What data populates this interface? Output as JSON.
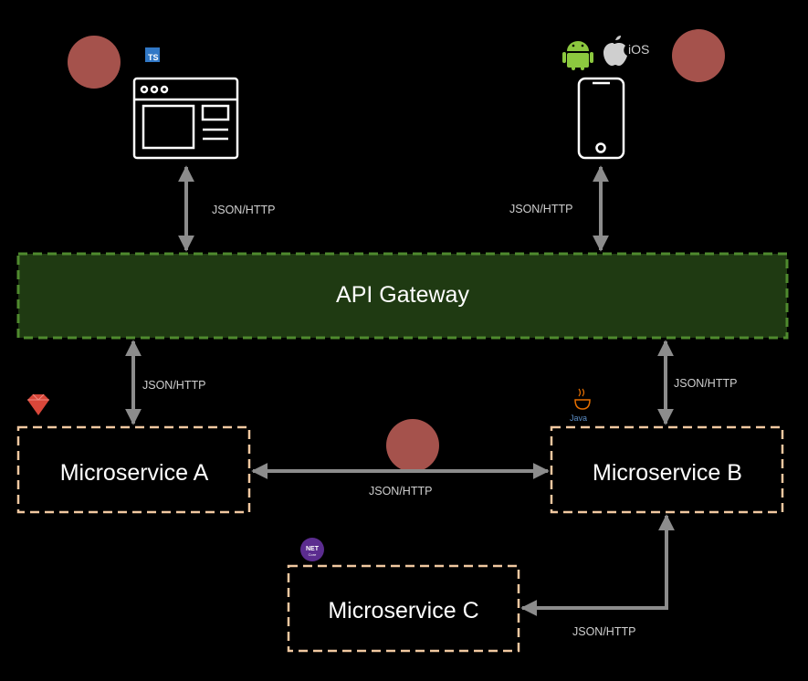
{
  "gateway": {
    "label": "API Gateway"
  },
  "services": {
    "a": {
      "label": "Microservice A"
    },
    "b": {
      "label": "Microservice B"
    },
    "c": {
      "label": "Microservice C"
    }
  },
  "clients": {
    "web": {
      "badge": "TS"
    },
    "mobile": {
      "os_label": "iOS"
    }
  },
  "logos": {
    "java": "Java",
    "net": "NET",
    "net_sub": "Core"
  },
  "connections": {
    "web_gateway": "JSON/HTTP",
    "mobile_gateway": "JSON/HTTP",
    "gateway_a": "JSON/HTTP",
    "gateway_b": "JSON/HTTP",
    "a_b": "JSON/HTTP",
    "c_b": "JSON/HTTP"
  },
  "colors": {
    "gateway_fill": "#1f3a12",
    "gateway_border": "#4f8a2e",
    "service_border": "#f1c8a0",
    "arrow": "#8c8c8c",
    "marker_dot": "#a5524c"
  }
}
